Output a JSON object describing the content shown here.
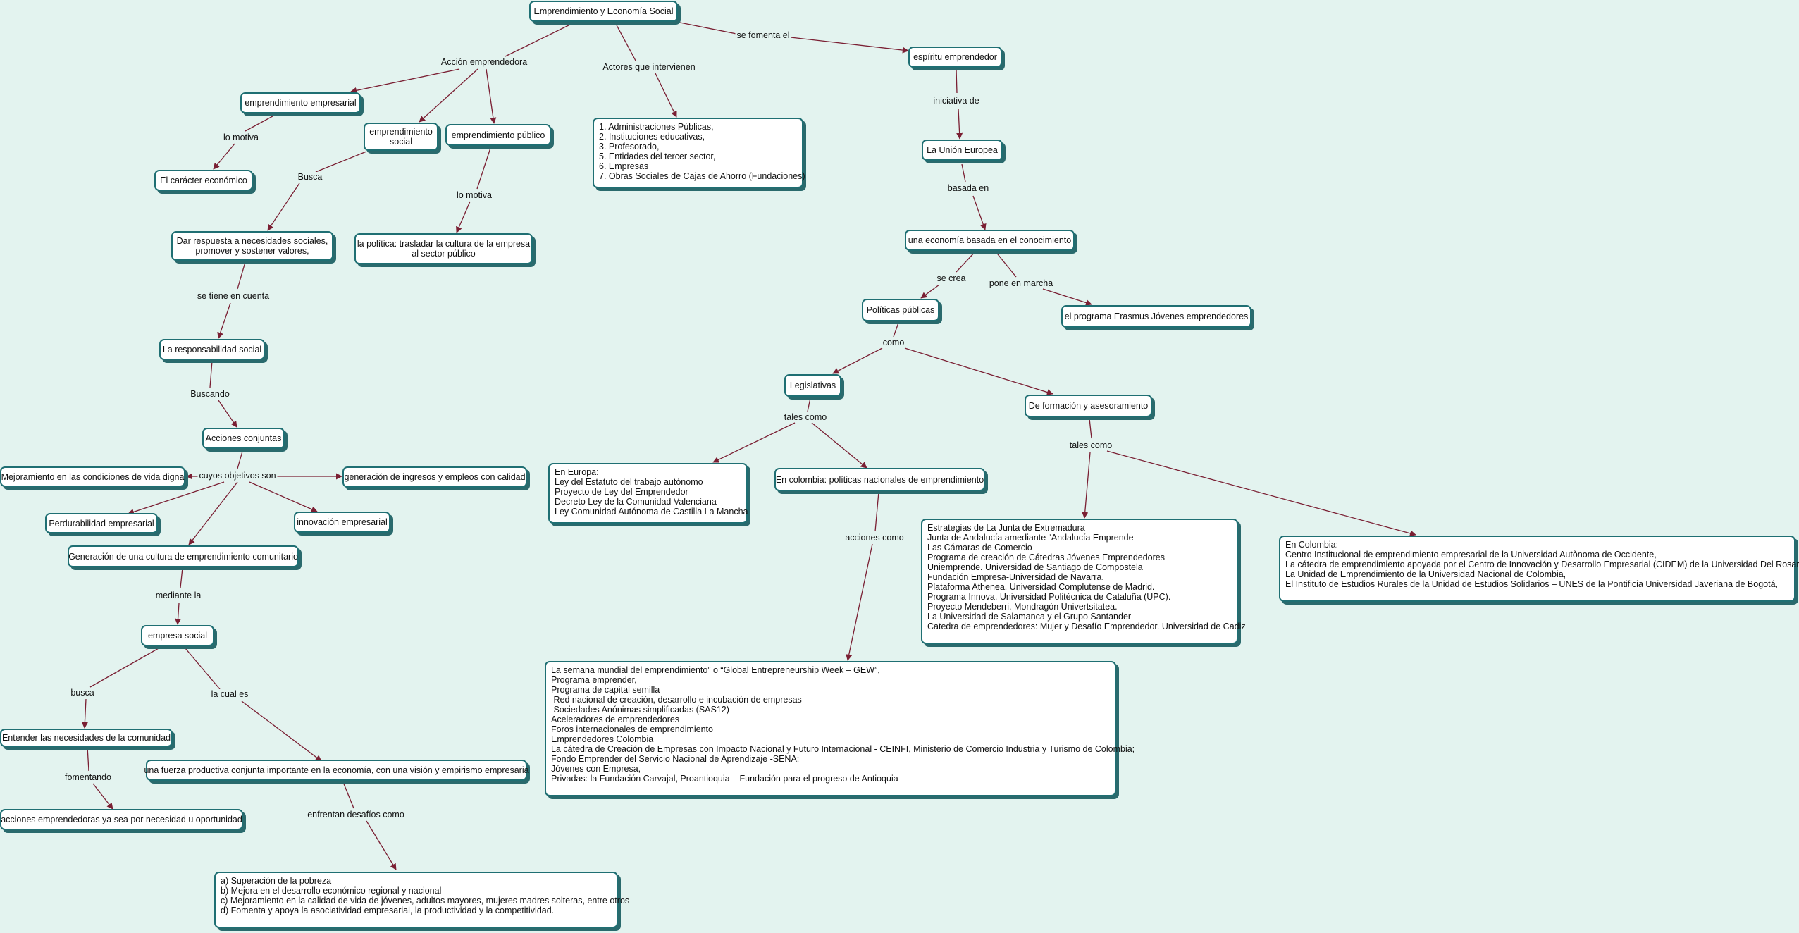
{
  "colors": {
    "background": "#e3f3ef",
    "node_border": "#1f6f73",
    "node_shadow": "#2a6a6d",
    "link": "#7a1f33"
  },
  "nodes": {
    "root": "Emprendimiento y Economía Social",
    "espiritu": "espíritu emprendedor",
    "union": "La Unión Europea",
    "economia": "una economía basada en el conocimiento",
    "politicas": "Políticas públicas",
    "erasmus": "el programa Erasmus Jóvenes emprendedores",
    "legislativas": "Legislativas",
    "formacion": "De formación y asesoramiento",
    "europa_list": "En Europa:\nLey del Estatuto del trabajo autónomo\nProyecto de Ley del Emprendedor\nDecreto Ley de la Comunidad Valenciana\nLey Comunidad Autónoma de Castilla La Mancha",
    "colombia_pol": "En colombia: políticas nacionales de emprendimiento",
    "estrategias": "Estrategias de La Junta de Extremadura\nJunta de Andalucía amediante “Andalucía Emprende\nLas Cámaras de Comercio\nPrograma de creación de Cátedras Jóvenes Emprendedores\nUniemprende. Universidad de Santiago de Compostela\nFundación Empresa-Universidad de Navarra.\nPlataforma Athenea. Universidad Complutense de Madrid.\nPrograma Innova. Universidad Politécnica de Cataluña (UPC).\nProyecto Mendeberri. Mondragón Univertsitatea.\nLa Universidad de Salamanca y el Grupo Santander\nCatedra de emprendedores: Mujer y Desafío Emprendedor. Universidad de Cadiz",
    "colombia_inst": "En Colombia:\nCentro Institucional de emprendimiento empresarial de la Universidad Autònoma de Occidente,\nLa cátedra de emprendimiento apoyada por el Centro de Innovación y Desarrollo Empresarial (CIDEM) de la Universidad Del Rosario;\nLa Unidad de Emprendimiento de la Universidad Nacional de Colombia,\nEl Instituto de Estudios Rurales de la Unidad de Estudios Solidarios – UNES de la Pontificia Universidad Javeriana de Bogotá,",
    "semana": "La semana mundial del emprendimiento” o “Global Entrepreneurship Week – GEW”,\nPrograma emprender,\nPrograma de capital semilla\n Red nacional de creación, desarrollo e incubación de empresas\n Sociedades Anónimas simplificadas (SAS12)\nAceleradores de emprendedores\nForos internacionales de emprendimiento\nEmprendedores Colombia\nLa cátedra de Creación de Empresas con Impacto Nacional y Futuro Internacional - CEINFI, Ministerio de Comercio Industria y Turismo de Colombia;\nFondo Emprender del Servicio Nacional de Aprendizaje -SENA;\nJóvenes con Empresa,\nPrivadas: la Fundación Carvajal, Proantioquia – Fundación para el progreso de Antioquia",
    "actores_list": "1. Administraciones Públicas,\n2. Instituciones educativas,\n3. Profesorado,\n5. Entidades del tercer sector,\n6. Empresas\n7. Obras Sociales de Cajas de Ahorro (Fundaciones)",
    "emp_empresarial": "emprendimiento empresarial",
    "emp_social": "emprendimiento\nsocial",
    "emp_publico": "emprendimiento público",
    "caracter": "El carácter económico",
    "dar_respuesta": "Dar respuesta a necesidades sociales,\npromover y sostener valores,",
    "politica_trasladar": "la política: trasladar la cultura de la empresa\nal sector público",
    "responsabilidad": "La responsabilidad social",
    "acciones_conjuntas": "Acciones conjuntas",
    "mejoramiento": "Mejoramiento en las condiciones de vida digna",
    "generacion_ingresos": "generación de ingresos y empleos con calidad",
    "perdurabilidad": "Perdurabilidad empresarial",
    "innovacion": "innovación empresarial",
    "generacion_cultura": "Generación de una cultura de emprendimiento comunitario",
    "empresa_social": "empresa social",
    "entender": "Entender las necesidades de la comunidad",
    "fuerza": "una fuerza productiva conjunta importante en la economía, con una visión y empirismo empresaria",
    "acciones_emp": "acciones emprendedoras ya sea por necesidad u oportunidad",
    "desafios_list": "a) Superación de la pobreza\nb) Mejora en el desarrollo económico regional y nacional\nc) Mejoramiento en la calidad de vida de jóvenes, adultos mayores, mujeres madres solteras, entre otros\nd) Fomenta y apoya la asociatividad empresarial, la productividad y la competitividad."
  },
  "links": {
    "se_fomenta": "se fomenta el",
    "iniciativa": "iniciativa de",
    "basada": "basada en",
    "se_crea": "se crea",
    "pone_marcha": "pone en marcha",
    "como": "como",
    "tales_como_1": "tales como",
    "tales_como_2": "tales como",
    "acciones_como": "acciones como",
    "accion_emprendedora": "Acción emprendedora",
    "actores": "Actores que intervienen",
    "lo_motiva_1": "lo motiva",
    "busca_1": "Busca",
    "lo_motiva_2": "lo motiva",
    "se_tiene": "se tiene en cuenta",
    "buscando": "Buscando",
    "cuyos": "cuyos objetivos son",
    "mediante": "mediante la",
    "busca_2": "busca",
    "la_cual": "la cual es",
    "fomentando": "fomentando",
    "enfrentan": "enfrentan desafíos como"
  }
}
